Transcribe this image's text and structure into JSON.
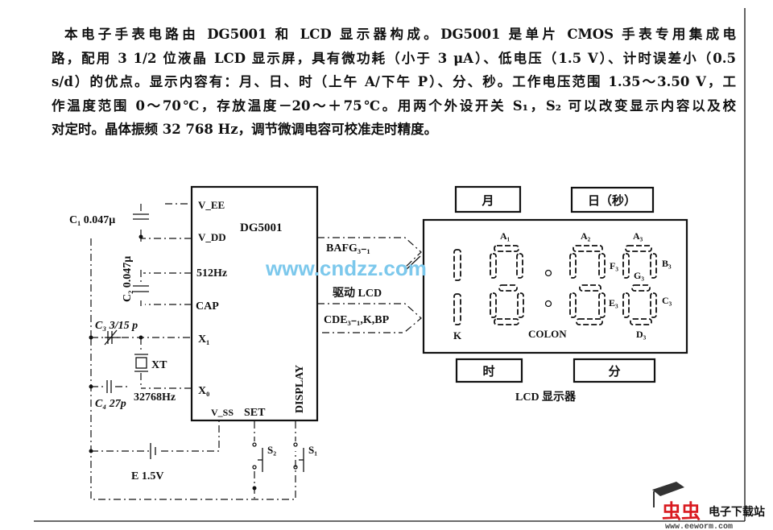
{
  "paragraph": {
    "lines": [
      "本电子手表电路由 DG5001 和 LCD 显示器构成。DG5001 是单片 CMOS 手表专用集成电",
      "路，配用 3 1/2 位液晶 LCD 显示屏，具有微功耗（小于 3 μA）、低电压（1.5 V）、计时误差小（0.5",
      "s/d）的优点。显示内容有：月、日、时（上午 A/下午 P）、分、秒。工作电压范围 1.35～3.50 V，工",
      "作温度范围 0～70℃，存放温度－20～＋75℃。用两个外设开关 S₁，S₂ 可以改变显示内容以及校",
      "对定时。晶体振频 32 768 Hz，调节微调电容可校准走时精度。"
    ]
  },
  "chip": {
    "name": "DG5001",
    "pins": [
      "V_EE",
      "V_DD",
      "512Hz",
      "CAP",
      "X₁",
      "X₀",
      "V_SS",
      "SET",
      "DISPLAY"
    ]
  },
  "components": {
    "c1": "C₁ 0.047μ",
    "c2": "C₂ 0.047μ",
    "c3": "C₃ 3/15 p",
    "c4": "C₄ 27p",
    "xt": "XT",
    "freq": "32768Hz",
    "battery": "E 1.5V",
    "s1": "S₁",
    "s2": "S₂"
  },
  "bus": {
    "upper": "BAFG₃₋₁",
    "drive": "驱动 LCD",
    "lower": "CDE₃₋₁,K,BP"
  },
  "lcd": {
    "title": "LCD 显示器",
    "labels": {
      "month": "月",
      "day_sec": "日（秒）",
      "hour": "时",
      "minute": "分"
    },
    "segments": [
      "A₁",
      "A₂",
      "A₃",
      "B₃",
      "F₃",
      "G₃",
      "E₃",
      "C₃",
      "D₃",
      "K",
      "COLON"
    ]
  },
  "watermark": {
    "text": "www.cndzz.com"
  },
  "logo": {
    "name": "虫虫",
    "caption": "电子下载站",
    "url": "www.eeworm.com"
  }
}
